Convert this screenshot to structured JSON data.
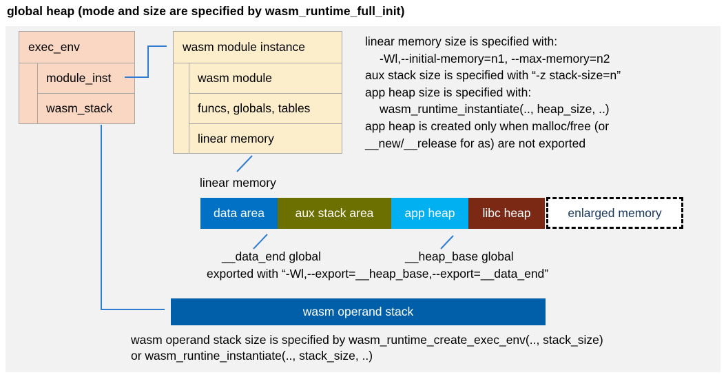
{
  "title": "global heap (mode and size are specified by wasm_runtime_full_init)",
  "exec_env": {
    "header": "exec_env",
    "rows": [
      "module_inst",
      "wasm_stack"
    ]
  },
  "module_instance": {
    "header": "wasm module instance",
    "rows": [
      "wasm module",
      "funcs, globals, tables",
      "linear memory"
    ]
  },
  "notes_right": {
    "lines": [
      "linear memory size is specified with:",
      "-Wl,--initial-memory=n1, --max-memory=n2",
      "aux stack size is specified with “-z stack-size=n”",
      "app heap size is specified with:",
      "wasm_runtime_instantiate(.., heap_size, ..)",
      "app heap is created only when malloc/free (or",
      "__new/__release for as) are not exported"
    ]
  },
  "linear_memory": {
    "label": "linear memory",
    "segments": [
      {
        "label": "data area",
        "color": "#0071c5",
        "text_color": "#ffffff"
      },
      {
        "label": "aux stack area",
        "color": "#6c7000",
        "text_color": "#ffffff"
      },
      {
        "label": "app heap",
        "color": "#00b0f0",
        "text_color": "#ffffff"
      },
      {
        "label": "libc heap",
        "color": "#7b2815",
        "text_color": "#ffffff"
      },
      {
        "label": "enlarged memory",
        "color": "#ffffff",
        "text_color": "#17365d",
        "border": "dashed black"
      }
    ]
  },
  "annotations": {
    "data_end": "__data_end global",
    "heap_base": "__heap_base global",
    "export_line": "exported with “-Wl,--export=__heap_base,--export=__data_end”"
  },
  "operand_stack": {
    "label": "wasm operand stack",
    "color": "#005fa8",
    "notes": [
      "wasm operand stack size is specified by wasm_runtime_create_exec_env(.., stack_size)",
      "or wasm_runtine_instantiate(.., stack_size, ..)"
    ]
  },
  "colors": {
    "panel_background": "#f2f2f2",
    "exec_env_fill": "#fad7c3",
    "module_instance_fill": "#fceecb",
    "box_border": "#a6a6a6",
    "arrow": "#2e7cd2"
  }
}
